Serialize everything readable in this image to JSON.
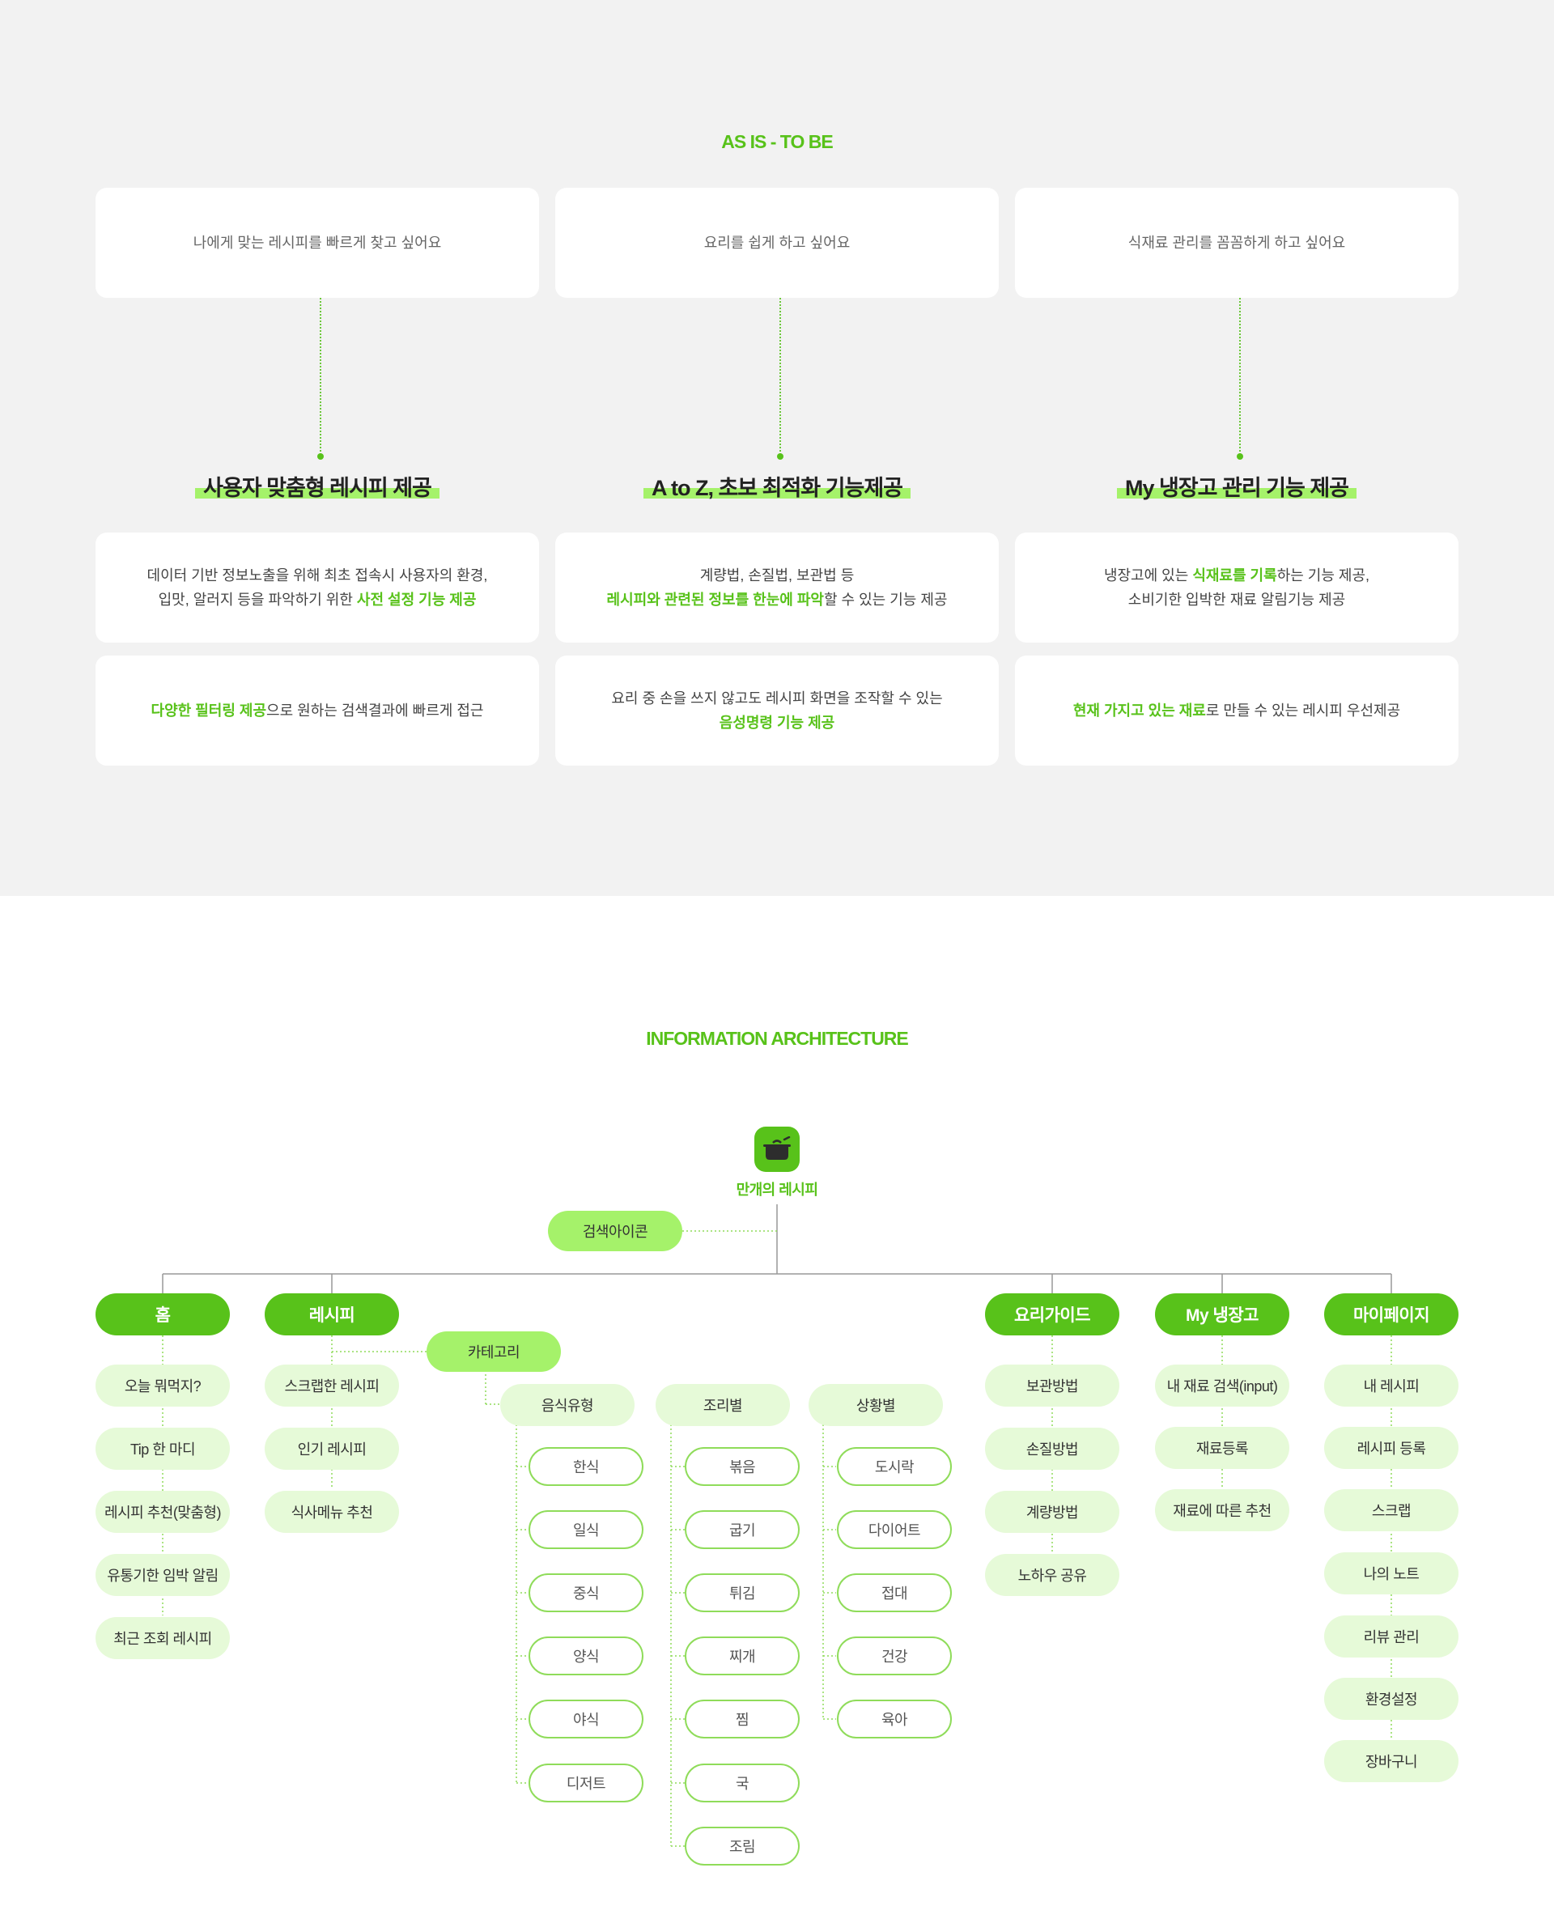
{
  "asis": {
    "title": "AS IS - TO BE",
    "columns": [
      {
        "question": "나에게 맞는 레시피를 빠르게 찾고 싶어요",
        "feature": "사용자 맞춤형 레시피 제공",
        "box1": {
          "line1": "데이터 기반 정보노출을 위해 최초 접속시 사용자의 환경,",
          "line2_pre": "입맛, 알러지 등을 파악하기 위한 ",
          "line2_hl": "사전 설정 기능 제공",
          "line2_post": ""
        },
        "box2": {
          "line1_hl": "다양한 필터링 제공",
          "line1_post": "으로 원하는 검색결과에 빠르게 접근"
        }
      },
      {
        "question": "요리를 쉽게 하고 싶어요",
        "feature": "A to Z, 초보 최적화 기능제공",
        "box1": {
          "line1": "계량법, 손질법, 보관법 등",
          "line2_pre": "",
          "line2_hl": "레시피와 관련된 정보를 한눈에 파악",
          "line2_post": "할 수 있는 기능 제공"
        },
        "box2": {
          "line1": "요리 중 손을 쓰지 않고도 레시피 화면을 조작할 수 있는",
          "line2_hl": "음성명령 기능 제공"
        }
      },
      {
        "question": "식재료 관리를 꼼꼼하게 하고 싶어요",
        "feature": "My 냉장고 관리 기능 제공",
        "box1": {
          "line1_pre": "냉장고에 있는 ",
          "line1_hl": "식재료를 기록",
          "line1_post": "하는 기능 제공,",
          "line2": "소비기한 입박한 재료 알림기능 제공"
        },
        "box2": {
          "line1_hl": "현재 가지고 있는 재료",
          "line1_post": "로 만들 수 있는 레시피 우선제공"
        }
      }
    ]
  },
  "ia": {
    "title": "INFORMATION ARCHITECTURE",
    "root": "만개의 레시피",
    "search": "검색아이콘",
    "category": "카테고리",
    "menus": {
      "home": {
        "label": "홈",
        "items": [
          "오늘 뭐먹지?",
          "Tip 한 마디",
          "레시피 추천(맞춤형)",
          "유통기한 임박 알림",
          "최근 조회 레시피"
        ]
      },
      "recipe": {
        "label": "레시피",
        "items": [
          "스크랩한 레시피",
          "인기 레시피",
          "식사메뉴 추천"
        ]
      },
      "guide": {
        "label": "요리가이드",
        "items": [
          "보관방법",
          "손질방법",
          "계량방법",
          "노하우 공유"
        ]
      },
      "fridge": {
        "label": "My 냉장고",
        "items": [
          "내 재료 검색(input)",
          "재료등록",
          "재료에 따른 추천"
        ]
      },
      "mypage": {
        "label": "마이페이지",
        "items": [
          "내 레시피",
          "레시피 등록",
          "스크랩",
          "나의 노트",
          "리뷰 관리",
          "환경설정",
          "장바구니"
        ]
      }
    },
    "groups": {
      "food": {
        "label": "음식유형",
        "items": [
          "한식",
          "일식",
          "중식",
          "양식",
          "야식",
          "디저트"
        ]
      },
      "cook": {
        "label": "조리별",
        "items": [
          "볶음",
          "굽기",
          "튀김",
          "찌개",
          "찜",
          "국",
          "조림"
        ]
      },
      "situation": {
        "label": "상황별",
        "items": [
          "도시락",
          "다이어트",
          "접대",
          "건강",
          "육아"
        ]
      }
    }
  },
  "colors": {
    "accent": "#58c21a",
    "highlight": "#a5f26a",
    "light": "#e6fad8",
    "bg": "#f2f2f2"
  },
  "icons": {
    "root": "cooking-pot-icon"
  }
}
